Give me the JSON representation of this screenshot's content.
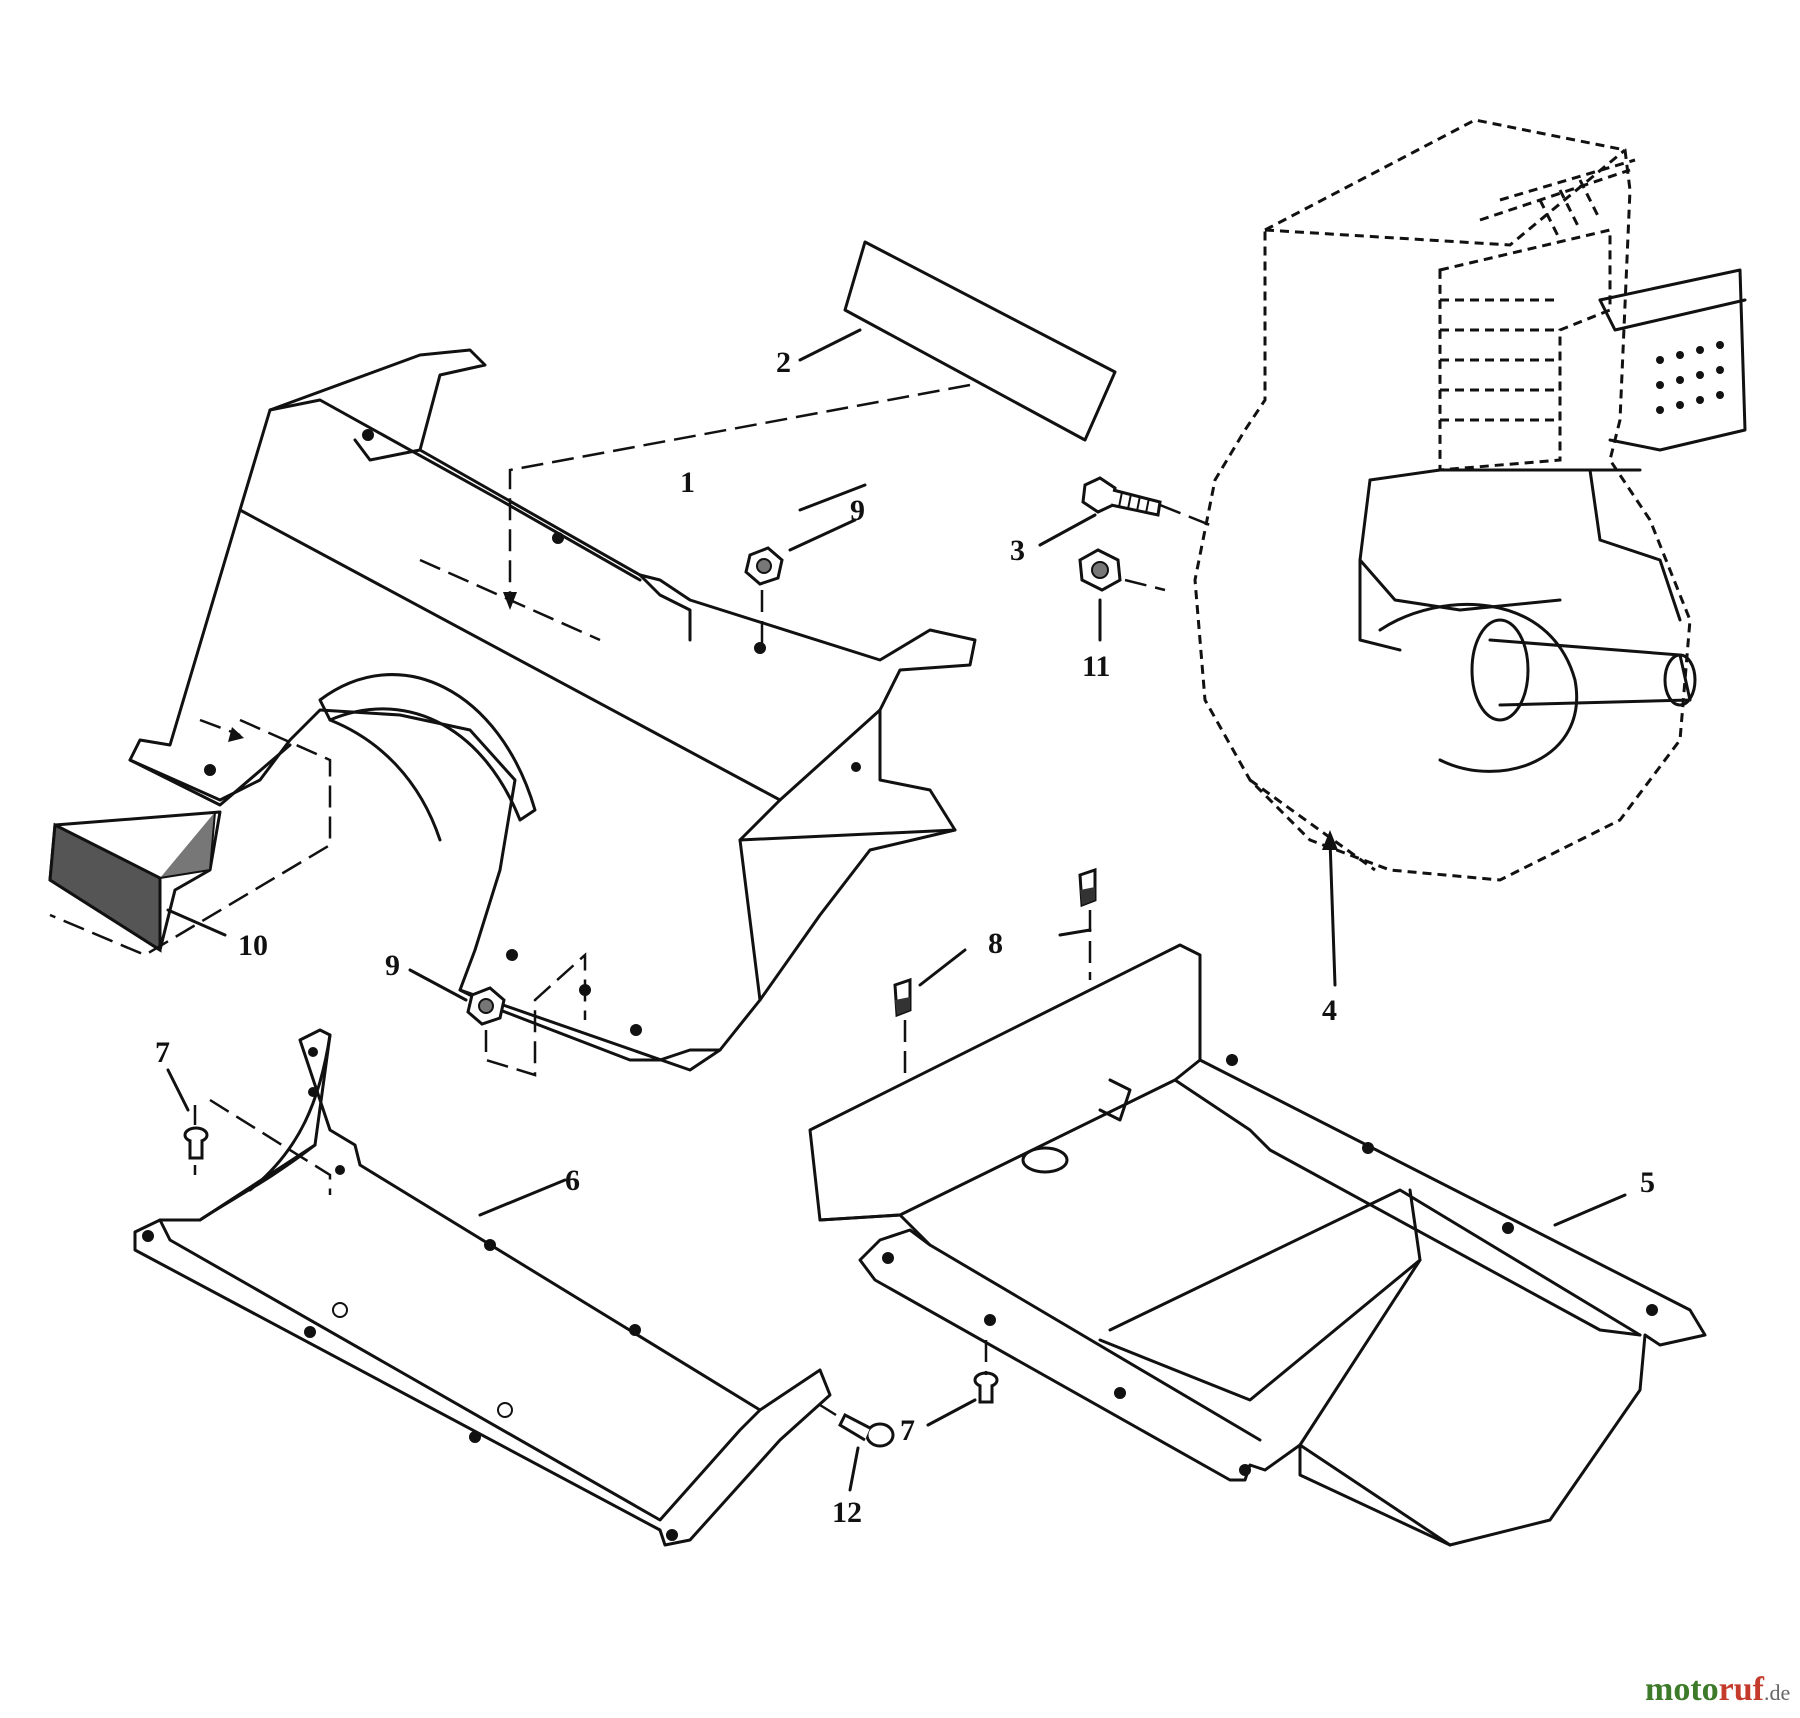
{
  "callouts": {
    "c1": "1",
    "c2": "2",
    "c3": "3",
    "c4": "4",
    "c5": "5",
    "c6": "6",
    "c7a": "7",
    "c7b": "7",
    "c8": "8",
    "c9a": "9",
    "c9b": "9",
    "c10": "10",
    "c11": "11",
    "c12": "12"
  },
  "watermark": {
    "part1": "moto",
    "part2": "ruf",
    "part3": ".de"
  }
}
